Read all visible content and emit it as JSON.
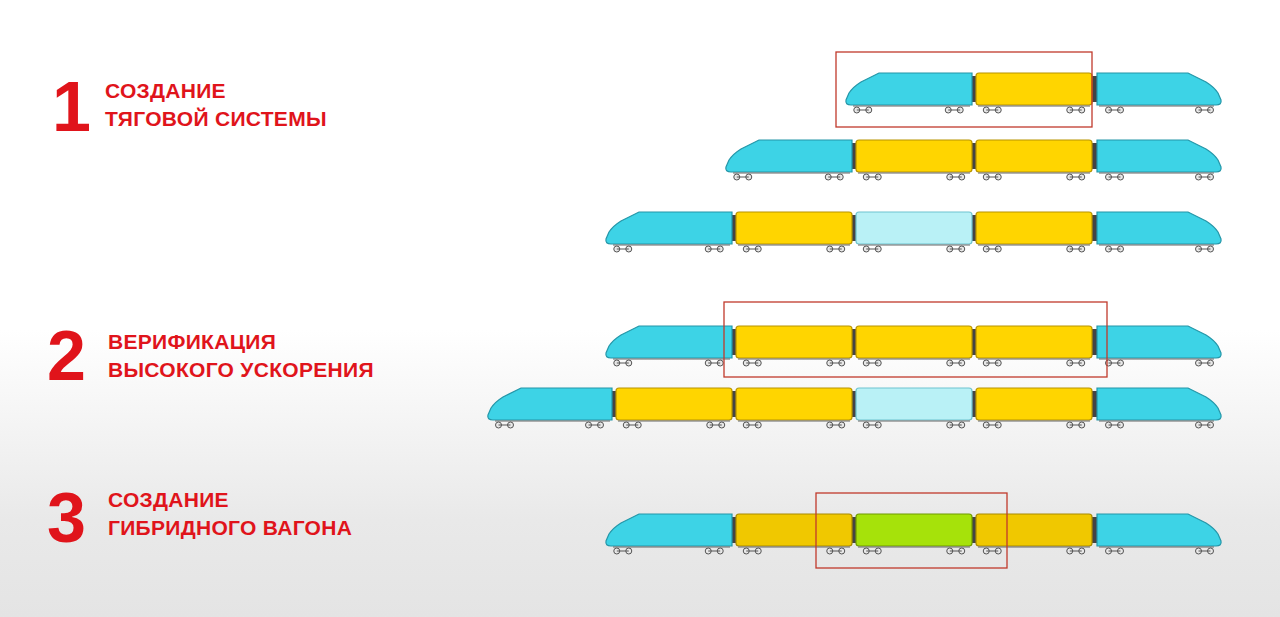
{
  "diagram": {
    "labels": [
      "1",
      "СОЗДАНИЕ ТЯГОВОЙ СИСТЕМЫ",
      "2",
      "ВЕРИФИКАЦИЯ ВЫСОКОГО УСКОРЕНИЯ",
      "3",
      "СОЗДАНИЕ ГИБРИДНОГО ВАГОНА"
    ]
  }
}
